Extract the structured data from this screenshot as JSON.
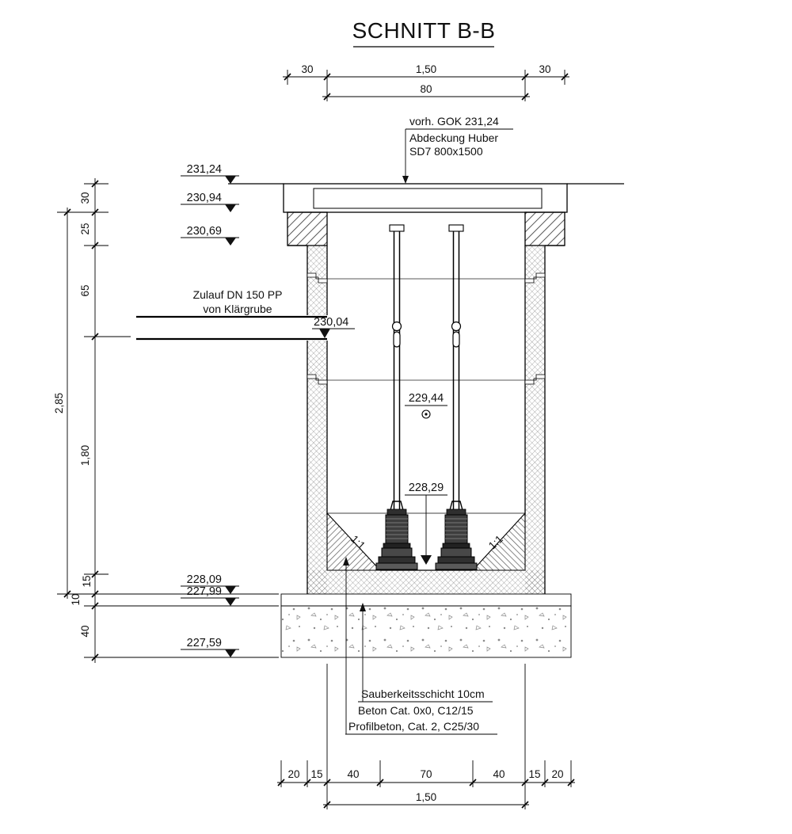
{
  "title": "SCHNITT B-B",
  "dimensions": {
    "top": {
      "left_wall": "30",
      "opening": "1,50",
      "right_wall": "30",
      "cover_clear": "80"
    },
    "left": {
      "seg_30": "30",
      "seg_25": "25",
      "seg_65": "65",
      "seg_180": "1,80",
      "seg_15": "15",
      "seg_10": "10",
      "seg_40": "40",
      "overall": "2,85"
    },
    "bottom": {
      "seg_20l": "20",
      "seg_15l": "15",
      "seg_40l": "40",
      "seg_70": "70",
      "seg_40r": "40",
      "seg_15r": "15",
      "seg_20r": "20",
      "inner_width": "1,50"
    }
  },
  "levels": {
    "gok": "231,24",
    "cover_underside": "230,94",
    "ring_shoulder": "230,69",
    "inlet_invert": "230,04",
    "level_inside_upper": "229,44",
    "level_inside_lower": "228,29",
    "shaft_base_underside": "228,09",
    "lean_layer_underside": "227,99",
    "foundation_underside": "227,59"
  },
  "labels": {
    "cover_note_line1": "vorh. GOK 231,24",
    "cover_note_line2": "Abdeckung Huber",
    "cover_note_line3": "SD7 800x1500",
    "inlet_line1": "Zulauf DN 150 PP",
    "inlet_line2": "von Klärgrube",
    "slope_left": "1:1",
    "slope_right": "1:1",
    "lean_note_line1": "Sauberkeitsschicht 10cm",
    "lean_note_line2": "Beton Cat. 0x0, C12/15",
    "profile_note": "Profilbeton, Cat. 2, C25/30"
  }
}
